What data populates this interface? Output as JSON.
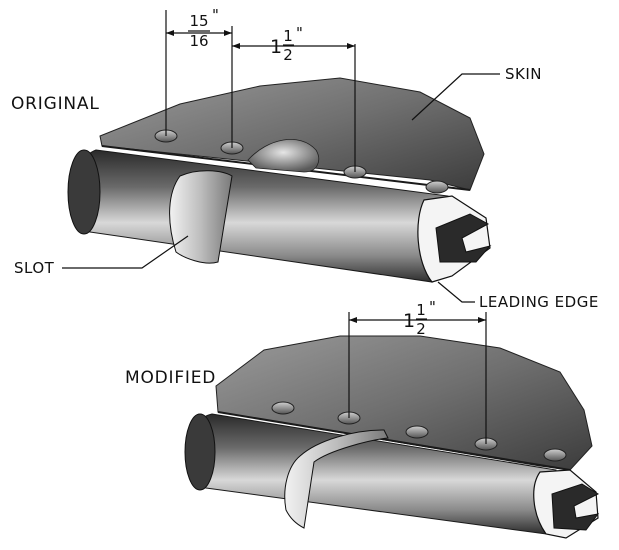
{
  "labels": {
    "original": "ORIGINAL",
    "modified": "MODIFIED",
    "skin": "SKIN",
    "slot": "SLOT",
    "leading_edge": "LEADING EDGE"
  },
  "dimensions": {
    "original_spacing_a": {
      "whole": "",
      "numerator": "15",
      "denominator": "16",
      "unit": "\""
    },
    "original_spacing_b": {
      "whole": "1",
      "numerator": "1",
      "denominator": "2",
      "unit": "\""
    },
    "modified_spacing": {
      "whole": "1",
      "numerator": "1",
      "denominator": "2",
      "unit": "\""
    }
  }
}
